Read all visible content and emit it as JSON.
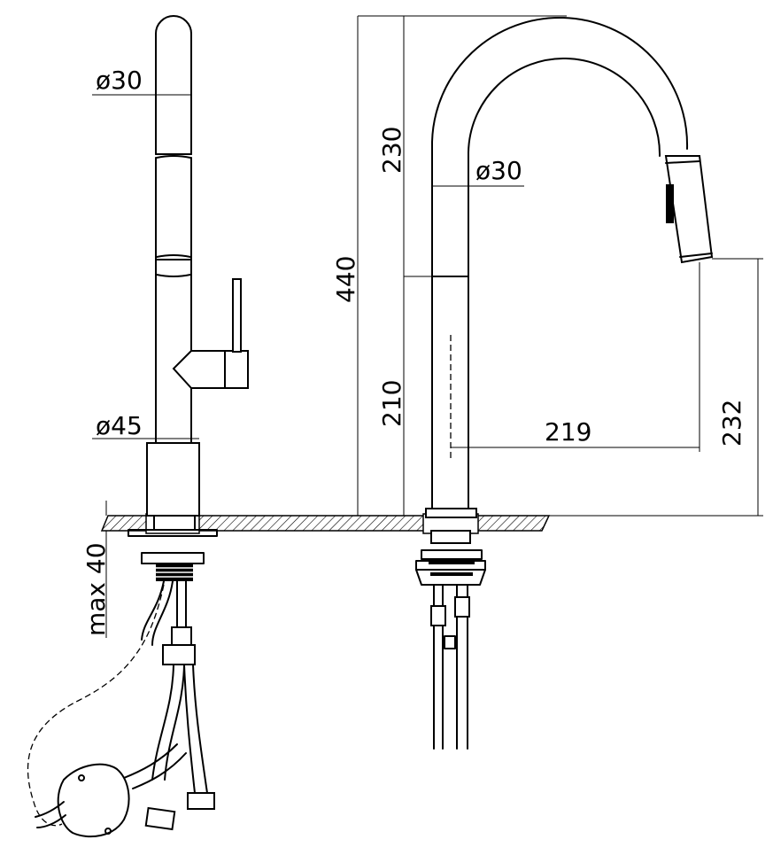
{
  "dimensions": {
    "side_top_diameter": "ø30",
    "side_base_diameter": "ø45",
    "max_deck": "max 40",
    "total_height": "440",
    "upper_height": "230",
    "lower_height": "210",
    "spout_diameter": "ø30",
    "reach": "219",
    "outlet_height": "232"
  }
}
